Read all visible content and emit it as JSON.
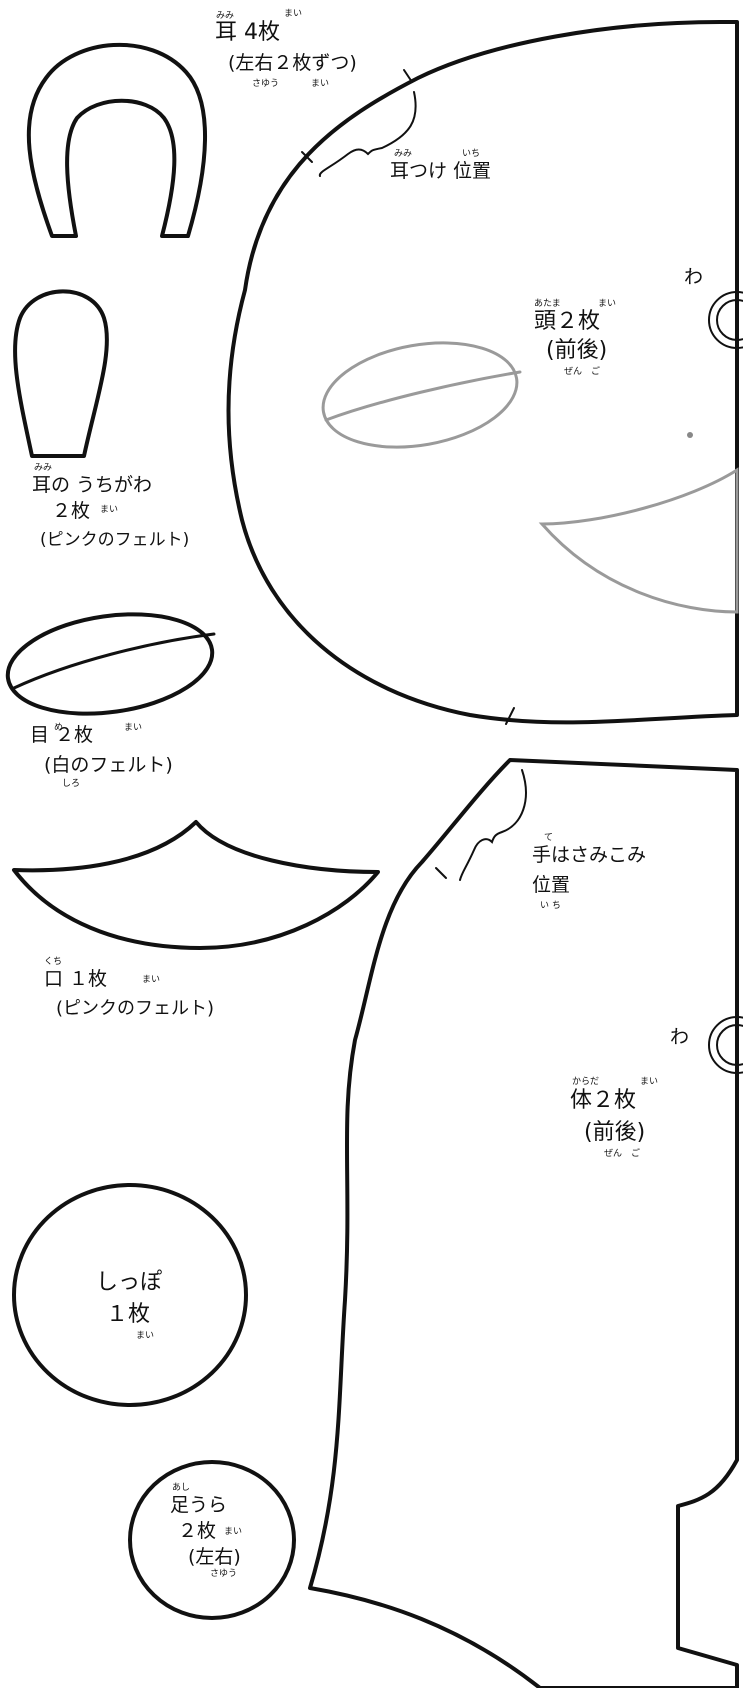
{
  "pieces": {
    "ear": {
      "title": "耳 4枚",
      "ruby_title_mimi": "みみ",
      "ruby_title_mai": "まい",
      "note": "(左右２枚ずつ)",
      "ruby_note_sayuu": "さゆう",
      "ruby_note_mai": "まい"
    },
    "ear_attach": {
      "label": "耳つけ 位置",
      "ruby_mimi": "みみ",
      "ruby_ichi": "いち"
    },
    "ear_inner": {
      "line1": "耳の うちがわ",
      "ruby_mimi": "みみ",
      "line2": "２枚",
      "ruby_mai": "まい",
      "note": "(ピンクのフェルト)"
    },
    "eye": {
      "line1": "目 ２枚",
      "ruby_me": "め",
      "ruby_mai": "まい",
      "note": "(白のフェルト)",
      "ruby_shiro": "しろ"
    },
    "mouth": {
      "line1": "口 １枚",
      "ruby_kuchi": "くち",
      "ruby_mai": "まい",
      "note": "(ピンクのフェルト)"
    },
    "tail": {
      "line1": "しっぽ",
      "line2": "１枚",
      "ruby_mai": "まい"
    },
    "sole": {
      "line1": "足うら",
      "ruby_ashi": "あし",
      "line2": "２枚",
      "ruby_mai": "まい",
      "note": "(左右)",
      "ruby_sayuu": "さゆう"
    },
    "head": {
      "title": "頭２枚",
      "ruby_atama": "あたま",
      "ruby_mai": "まい",
      "note": "(前後)",
      "ruby_zengo": "ぜん　ご",
      "fold_mark": "わ"
    },
    "hand_insert": {
      "line1": "手はさみこみ",
      "ruby_te": "て",
      "line2": "位置",
      "ruby_ichi": "い ち"
    },
    "body": {
      "title": "体２枚",
      "ruby_karada": "からだ",
      "ruby_mai": "まい",
      "note": "(前後)",
      "ruby_zengo": "ぜん　ご",
      "fold_mark": "わ"
    }
  },
  "colors": {
    "outline": "#111111",
    "placement_guide": "#9a9a9a",
    "background": "#ffffff"
  }
}
